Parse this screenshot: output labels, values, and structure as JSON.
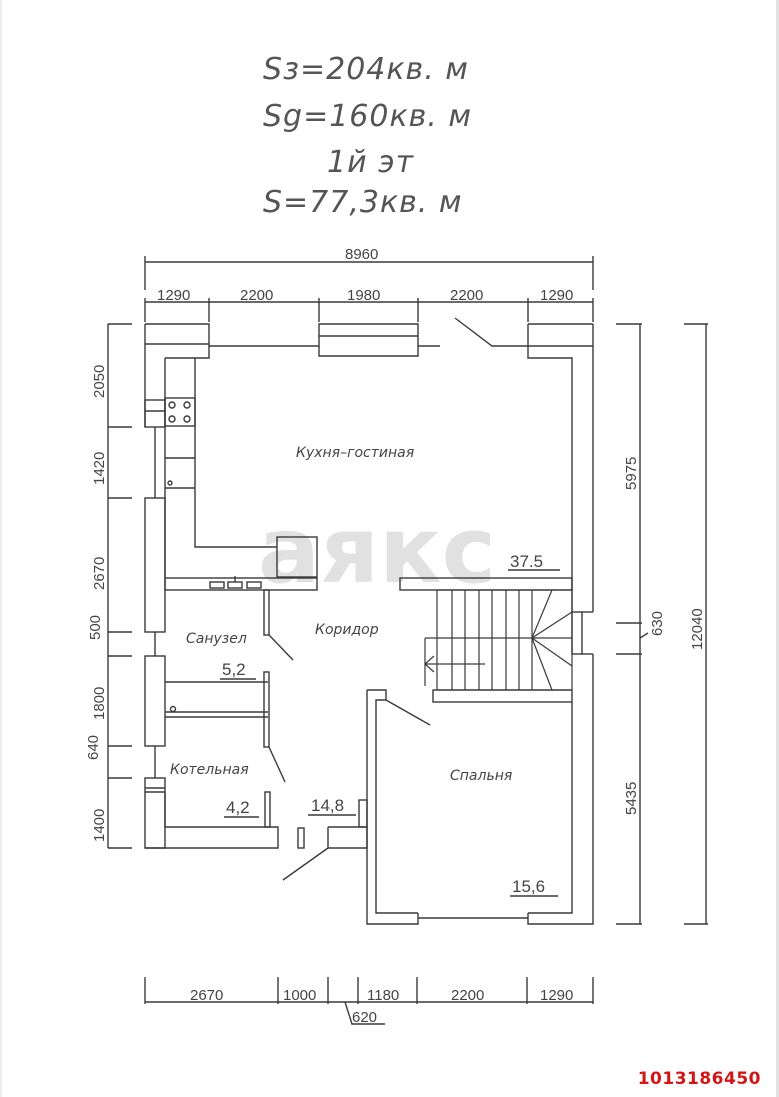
{
  "header": {
    "total_area": "Sз=204кв. м",
    "living_area": "Sg=160кв. м",
    "floor_label": "1й эт",
    "floor_area": "S=77,3кв. м"
  },
  "dimensions": {
    "top_overall": "8960",
    "top_segments": [
      "1290",
      "2200",
      "1980",
      "2200",
      "1290"
    ],
    "left_segments": [
      "2050",
      "1420",
      "2670",
      "500",
      "1800",
      "640",
      "1400"
    ],
    "right_segments": [
      "5975",
      "630",
      "5435"
    ],
    "right_overall": "12040",
    "bottom_segments": [
      "2670",
      "1000",
      "1180",
      "2200",
      "1290"
    ],
    "bottom_callout": "620"
  },
  "rooms": [
    {
      "name": "Кухня–гостиная",
      "area": "37.5"
    },
    {
      "name": "Коридор",
      "area": "14,8"
    },
    {
      "name": "Санузел",
      "area": "5,2"
    },
    {
      "name": "Котельная",
      "area": "4,2"
    },
    {
      "name": "Спальня",
      "area": "15,6"
    }
  ],
  "watermark": "аякс",
  "listing_id": "1013186450",
  "colors": {
    "line": "#3a3a3a",
    "listing_id": "#d41515",
    "watermark": "#d8d8d8"
  }
}
